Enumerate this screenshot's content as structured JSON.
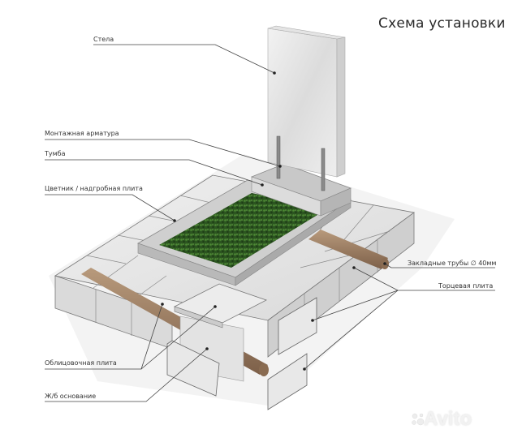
{
  "title": "Схема установки",
  "labels": {
    "stela": "Стела",
    "armatura": "Монтажная арматура",
    "tumba": "Тумба",
    "tsvetnik": "Цветник / надгробная плита",
    "truby": "Закладные трубы ∅ 40мм",
    "tortsevaya": "Торцевая плита",
    "oblitsovochnaya": "Облицовочная плита",
    "osnovanie": "Ж/б основание"
  },
  "watermark": "Avito",
  "colors": {
    "stone": "#e6e6e6",
    "stone_dark": "#bdbdbd",
    "grass": "#2f5a22",
    "pipe": "#9a7b60",
    "line": "#444444"
  }
}
